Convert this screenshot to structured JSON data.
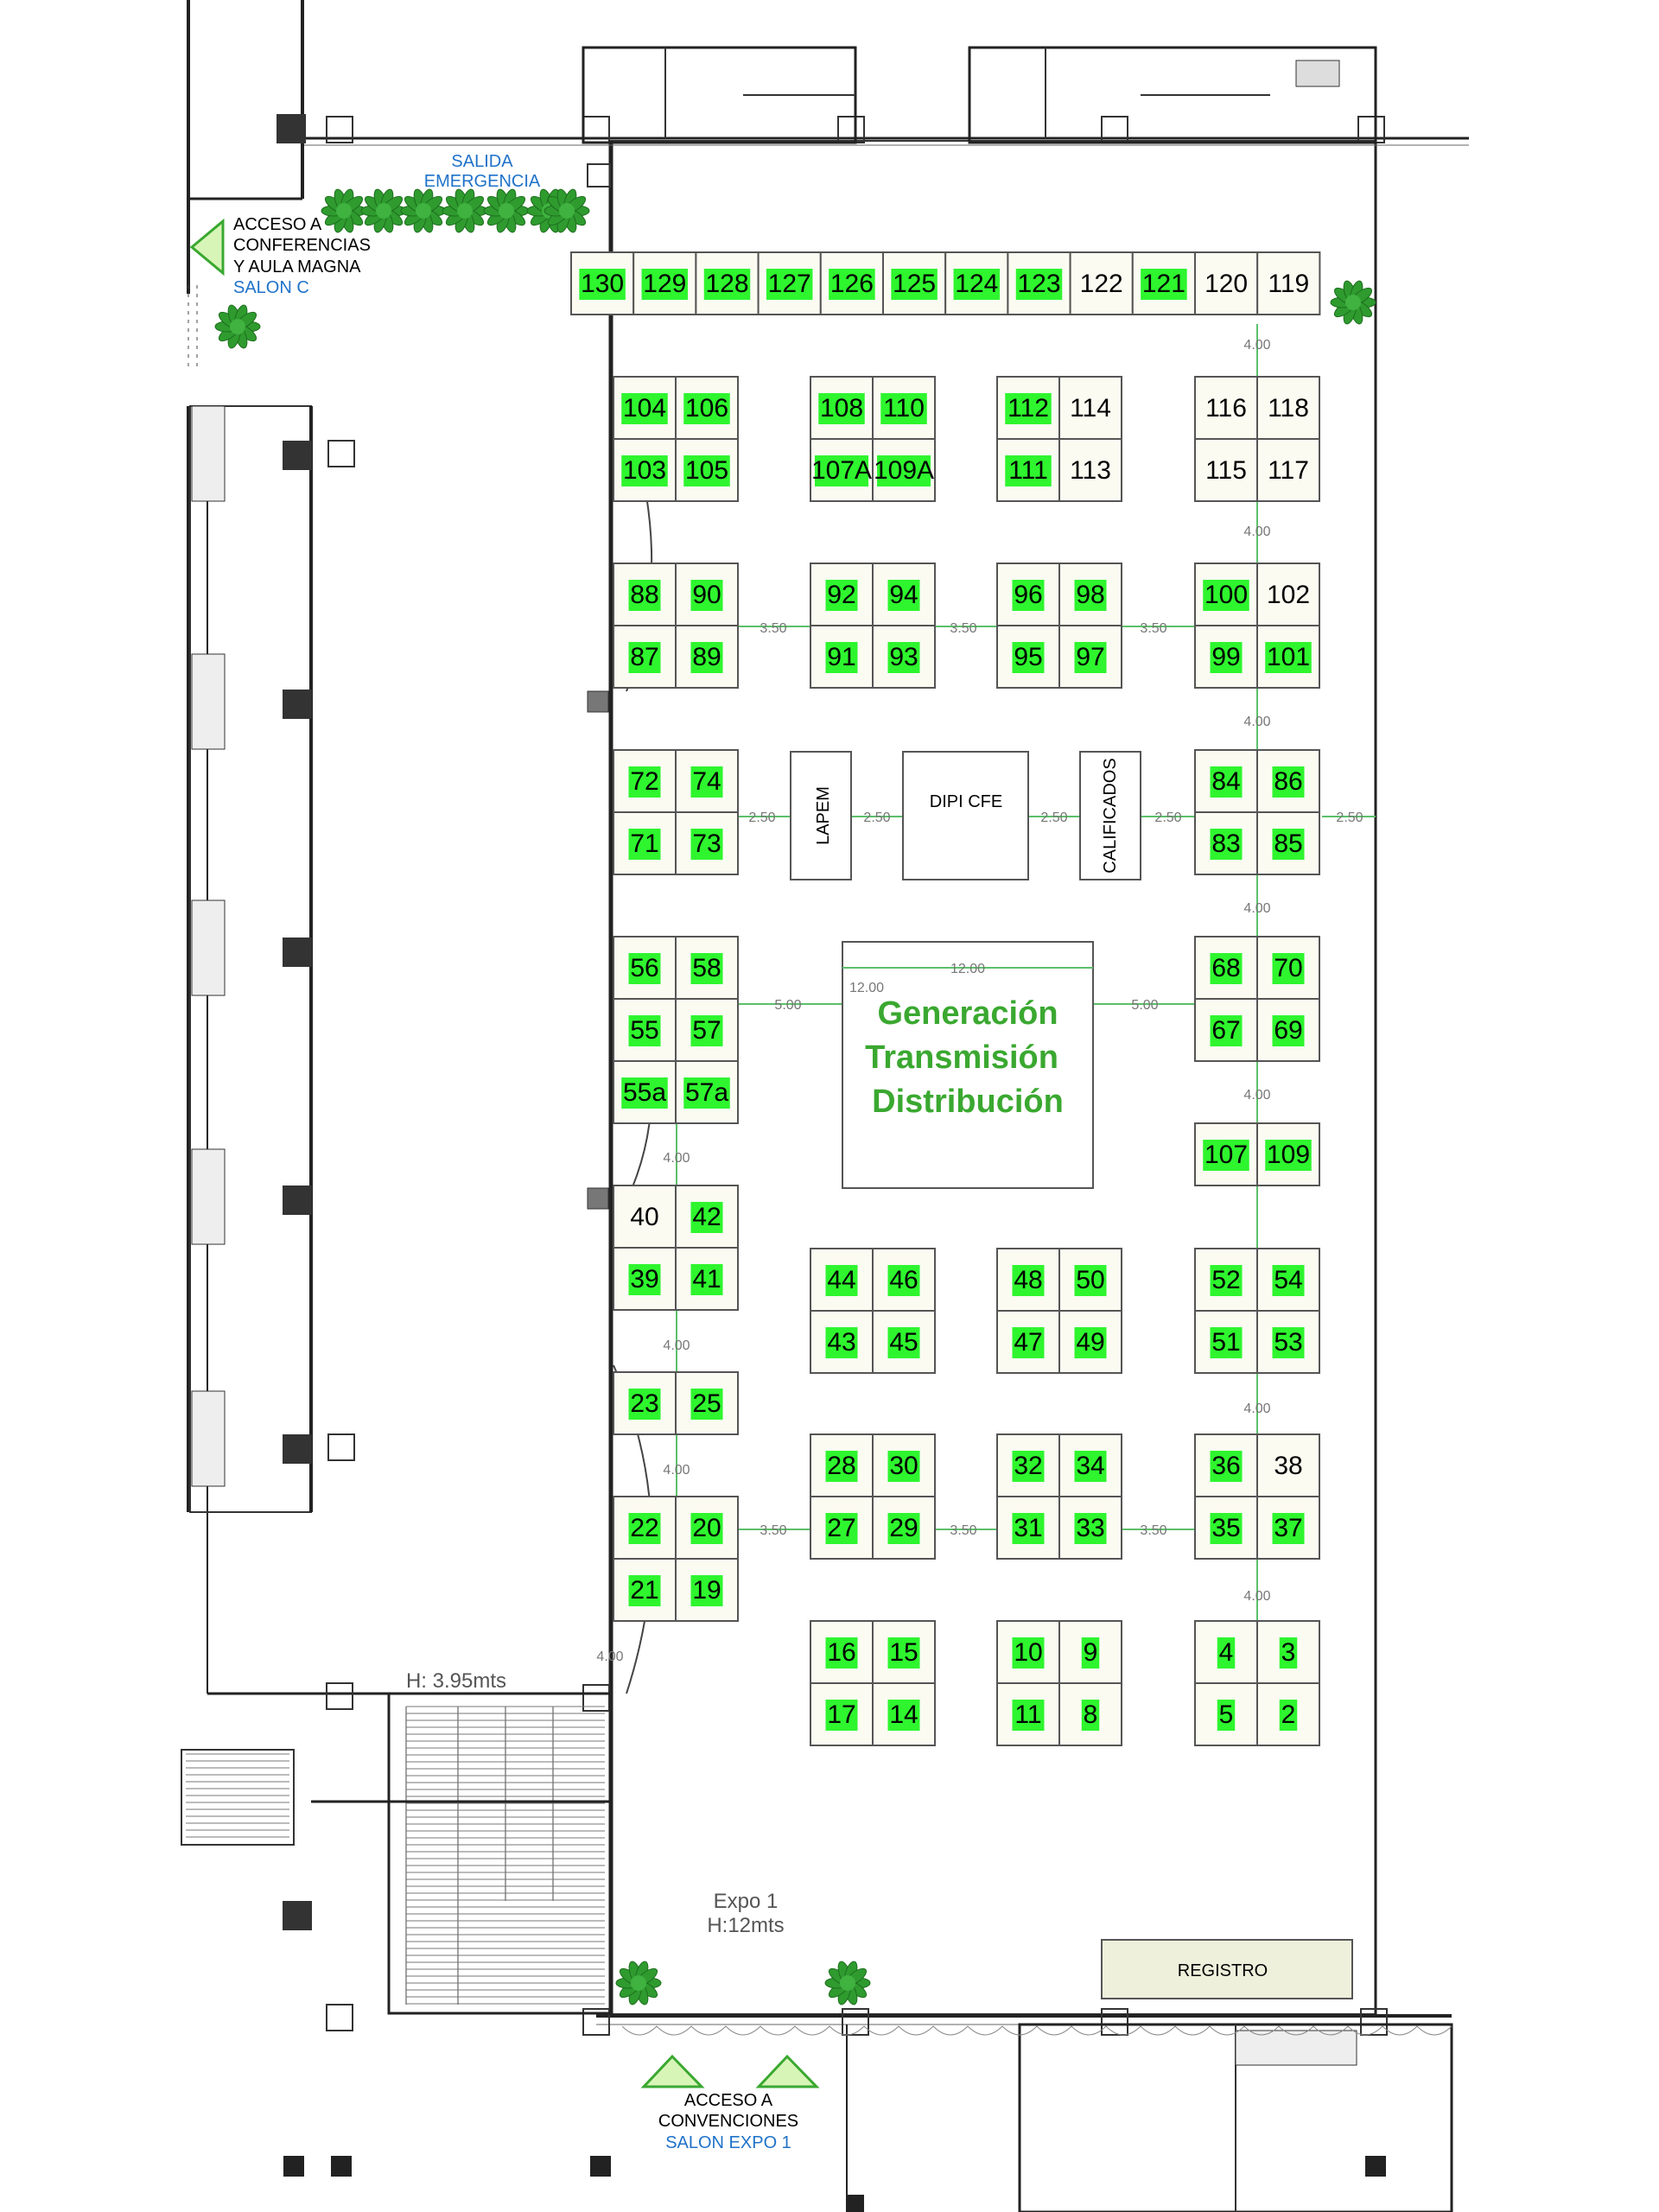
{
  "colors": {
    "booth_sold": "#2ef52e",
    "booth_available": "#ffffff",
    "area_fill": "#fbfbf2",
    "center_title": "#3aa830",
    "walkway_line": "#5cc06a",
    "tree": "#2f9b2f",
    "blue_text": "#1f72c9"
  },
  "labels": {
    "salida": [
      "SALIDA",
      "EMERGENCIA"
    ],
    "acceso_conferencias": [
      "ACCESO A",
      "CONFERENCIAS",
      "Y AULA MAGNA"
    ],
    "salon_c": "SALON C",
    "acceso_convenciones": [
      "ACCESO A",
      "CONVENCIONES"
    ],
    "salon_expo1": "SALON EXPO 1",
    "expo1": "Expo 1",
    "h12": "H:12mts",
    "h395": "H: 3.95mts",
    "registro": "REGISTRO",
    "lapem": "LAPEM",
    "dipi": "DIPI CFE",
    "calificados": "CALIFICADOS",
    "center_lines": [
      "Generación",
      "Transmisión",
      "Distribución"
    ],
    "center_dim": "12.00"
  },
  "dimensions": {
    "d400": "4.00",
    "d350": "3.50",
    "d250": "2.50",
    "d500": "5.00"
  },
  "booths": [
    {
      "id": "130",
      "sold": true
    },
    {
      "id": "129",
      "sold": true
    },
    {
      "id": "128",
      "sold": true
    },
    {
      "id": "127",
      "sold": true
    },
    {
      "id": "126",
      "sold": true
    },
    {
      "id": "125",
      "sold": true
    },
    {
      "id": "124",
      "sold": true
    },
    {
      "id": "123",
      "sold": true
    },
    {
      "id": "122",
      "sold": false
    },
    {
      "id": "121",
      "sold": true
    },
    {
      "id": "120",
      "sold": false
    },
    {
      "id": "119",
      "sold": false
    },
    {
      "id": "104",
      "sold": true
    },
    {
      "id": "106",
      "sold": true
    },
    {
      "id": "103",
      "sold": true
    },
    {
      "id": "105",
      "sold": true
    },
    {
      "id": "108",
      "sold": true
    },
    {
      "id": "110",
      "sold": true
    },
    {
      "id": "107A",
      "sold": true
    },
    {
      "id": "109A",
      "sold": true
    },
    {
      "id": "112",
      "sold": true
    },
    {
      "id": "114",
      "sold": false
    },
    {
      "id": "111",
      "sold": true
    },
    {
      "id": "113",
      "sold": false
    },
    {
      "id": "116",
      "sold": false
    },
    {
      "id": "118",
      "sold": false
    },
    {
      "id": "115",
      "sold": false
    },
    {
      "id": "117",
      "sold": false
    },
    {
      "id": "88",
      "sold": true
    },
    {
      "id": "90",
      "sold": true
    },
    {
      "id": "87",
      "sold": true
    },
    {
      "id": "89",
      "sold": true
    },
    {
      "id": "92",
      "sold": true
    },
    {
      "id": "94",
      "sold": true
    },
    {
      "id": "91",
      "sold": true
    },
    {
      "id": "93",
      "sold": true
    },
    {
      "id": "96",
      "sold": true
    },
    {
      "id": "98",
      "sold": true
    },
    {
      "id": "95",
      "sold": true
    },
    {
      "id": "97",
      "sold": true
    },
    {
      "id": "100",
      "sold": true
    },
    {
      "id": "102",
      "sold": false
    },
    {
      "id": "99",
      "sold": true
    },
    {
      "id": "101",
      "sold": true
    },
    {
      "id": "72",
      "sold": true
    },
    {
      "id": "74",
      "sold": true
    },
    {
      "id": "71",
      "sold": true
    },
    {
      "id": "73",
      "sold": true
    },
    {
      "id": "84",
      "sold": true
    },
    {
      "id": "86",
      "sold": true
    },
    {
      "id": "83",
      "sold": true
    },
    {
      "id": "85",
      "sold": true
    },
    {
      "id": "56",
      "sold": true
    },
    {
      "id": "58",
      "sold": true
    },
    {
      "id": "55",
      "sold": true
    },
    {
      "id": "57",
      "sold": true
    },
    {
      "id": "55a",
      "sold": true
    },
    {
      "id": "57a",
      "sold": true
    },
    {
      "id": "68",
      "sold": true
    },
    {
      "id": "70",
      "sold": true
    },
    {
      "id": "67",
      "sold": true
    },
    {
      "id": "69",
      "sold": true
    },
    {
      "id": "107",
      "sold": true
    },
    {
      "id": "109",
      "sold": true
    },
    {
      "id": "40",
      "sold": false
    },
    {
      "id": "42",
      "sold": true
    },
    {
      "id": "39",
      "sold": true
    },
    {
      "id": "41",
      "sold": true
    },
    {
      "id": "44",
      "sold": true
    },
    {
      "id": "46",
      "sold": true
    },
    {
      "id": "43",
      "sold": true
    },
    {
      "id": "45",
      "sold": true
    },
    {
      "id": "48",
      "sold": true
    },
    {
      "id": "50",
      "sold": true
    },
    {
      "id": "47",
      "sold": true
    },
    {
      "id": "49",
      "sold": true
    },
    {
      "id": "52",
      "sold": true
    },
    {
      "id": "54",
      "sold": true
    },
    {
      "id": "51",
      "sold": true
    },
    {
      "id": "53",
      "sold": true
    },
    {
      "id": "23",
      "sold": true
    },
    {
      "id": "25",
      "sold": true
    },
    {
      "id": "28",
      "sold": true
    },
    {
      "id": "30",
      "sold": true
    },
    {
      "id": "27",
      "sold": true
    },
    {
      "id": "29",
      "sold": true
    },
    {
      "id": "32",
      "sold": true
    },
    {
      "id": "34",
      "sold": true
    },
    {
      "id": "31",
      "sold": true
    },
    {
      "id": "33",
      "sold": true
    },
    {
      "id": "36",
      "sold": true
    },
    {
      "id": "38",
      "sold": false
    },
    {
      "id": "35",
      "sold": true
    },
    {
      "id": "37",
      "sold": true
    },
    {
      "id": "22",
      "sold": true
    },
    {
      "id": "20",
      "sold": true
    },
    {
      "id": "21",
      "sold": true
    },
    {
      "id": "19",
      "sold": true
    },
    {
      "id": "16",
      "sold": true
    },
    {
      "id": "15",
      "sold": true
    },
    {
      "id": "17",
      "sold": true
    },
    {
      "id": "14",
      "sold": true
    },
    {
      "id": "10",
      "sold": true
    },
    {
      "id": "9",
      "sold": true
    },
    {
      "id": "11",
      "sold": true
    },
    {
      "id": "8",
      "sold": true
    },
    {
      "id": "4",
      "sold": true
    },
    {
      "id": "3",
      "sold": true
    },
    {
      "id": "5",
      "sold": true
    },
    {
      "id": "2",
      "sold": true
    }
  ]
}
